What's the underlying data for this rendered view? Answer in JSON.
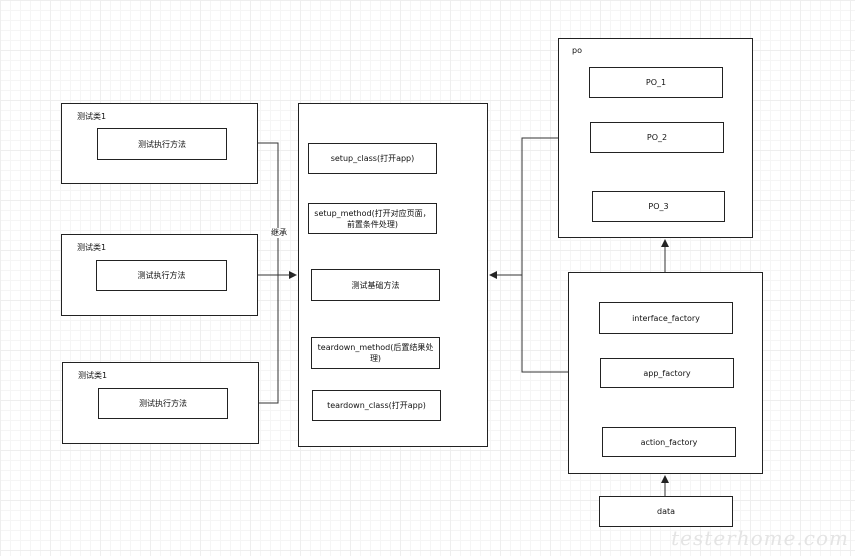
{
  "test_classes": [
    {
      "title": "测试类1",
      "method": "测试执行方法"
    },
    {
      "title": "测试类1",
      "method": "测试执行方法"
    },
    {
      "title": "测试类1",
      "method": "测试执行方法"
    }
  ],
  "base_class": {
    "items": [
      "setup_class(打开app)",
      "setup_method(打开对应页面，前置条件处理)",
      "测试基础方法",
      "teardown_method(后置结果处理)",
      "teardown_class(打开app)"
    ]
  },
  "inherit_label": "继承",
  "po": {
    "title": "po",
    "items": [
      "PO_1",
      "PO_2",
      "PO_3"
    ]
  },
  "factories": {
    "items": [
      "interface_factory",
      "app_factory",
      "action_factory"
    ]
  },
  "data_box": {
    "label": "data"
  },
  "watermark": "testerhome.com"
}
